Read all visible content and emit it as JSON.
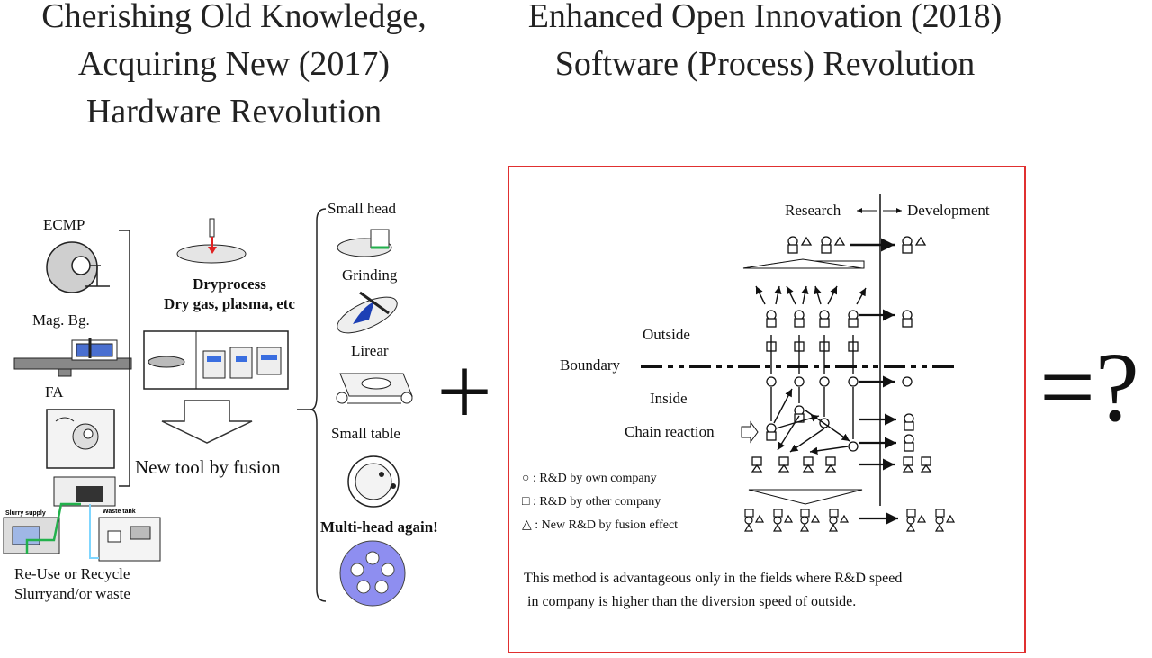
{
  "titles": {
    "left": [
      "Cherishing Old Knowledge,",
      "Acquiring New (2017)",
      "Hardware Revolution"
    ],
    "right": [
      "Enhanced Open Innovation (2018)",
      "Software (Process) Revolution"
    ]
  },
  "left_panel": {
    "ecmp": "ECMP",
    "mag_bg": "Mag. Bg.",
    "fa": "FA",
    "slurry_supply": "Slurry supply",
    "waste_tank": "Waste tank",
    "recycle": [
      "Re-Use or Recycle",
      "Slurryand/or waste"
    ],
    "dry_process": [
      "Dryprocess",
      "Dry gas, plasma, etc"
    ],
    "new_tool": "New tool by fusion",
    "small_head": "Small head",
    "grinding": "Grinding",
    "linear": "Lirear",
    "small_table": "Small table",
    "multi_head": "Multi-head again!"
  },
  "operators": {
    "plus": "+",
    "equals": "=?"
  },
  "right_panel": {
    "border_color": "#e03030",
    "research": "Research",
    "development": "Development",
    "outside": "Outside",
    "boundary": "Boundary",
    "inside": "Inside",
    "chain_reaction": "Chain reaction",
    "legend": [
      {
        "symbol": "○",
        "text": ": R&D by own company"
      },
      {
        "symbol": "□",
        "text": ": R&D by other company"
      },
      {
        "symbol": "△",
        "text": ": New R&D by fusion effect"
      }
    ],
    "note": [
      "This method is advantageous only in the fields where R&D speed",
      "in company is  higher than the diversion speed of outside."
    ]
  }
}
